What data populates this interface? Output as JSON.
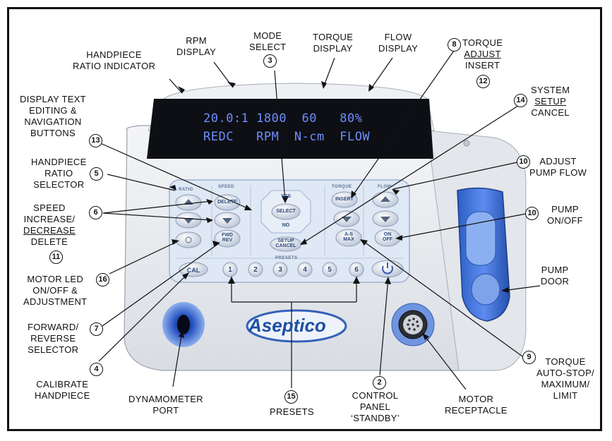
{
  "lcd": {
    "row1": "20.0:1 1800  60   80%",
    "row2": "REDC   RPM  N-cm  FLOW"
  },
  "panel": {
    "ratio_title": "RATIO",
    "speed_title": "SPEED",
    "torque_title": "TORQUE",
    "flow_title": "FLOW",
    "presets_title": "PRESETS",
    "delete_btn": "DELETE",
    "select_btn": "SELECT",
    "yes_btn": "YES",
    "no_btn": "NO",
    "insert_btn": "INSERT",
    "fwd_rev_btn": [
      "FWD",
      "REV"
    ],
    "setup_btn": [
      "SETUP",
      "CANCEL"
    ],
    "as_max_btn": [
      "A-S",
      "MAX"
    ],
    "on_off_btn": [
      "ON",
      "OFF"
    ],
    "cal_btn": "CAL",
    "presets": [
      "1",
      "2",
      "3",
      "4",
      "5",
      "6"
    ]
  },
  "logo": "Aseptico",
  "labels": {
    "handpiece_ratio_indicator": [
      "HANDPIECE",
      "RATIO INDICATOR"
    ],
    "rpm_display": [
      "RPM",
      "DISPLAY"
    ],
    "mode_select": [
      "MODE",
      "SELECT"
    ],
    "torque_display": [
      "TORQUE",
      "DISPLAY"
    ],
    "flow_display": [
      "FLOW",
      "DISPLAY"
    ],
    "torque_adjust": [
      "TORQUE",
      "ADJUST",
      "INSERT"
    ],
    "system_setup": [
      "SYSTEM",
      "SETUP",
      "CANCEL"
    ],
    "display_text_editing": [
      "DISPLAY TEXT",
      "EDITING &",
      "NAVIGATION",
      "BUTTONS"
    ],
    "handpiece_ratio_selector": [
      "HANDPIECE",
      "RATIO",
      "SELECTOR"
    ],
    "speed": [
      "SPEED",
      "INCREASE/",
      "DECREASE",
      "DELETE"
    ],
    "motor_led": [
      "MOTOR LED",
      "ON/OFF &",
      "ADJUSTMENT"
    ],
    "forward_reverse": [
      "FORWARD/",
      "REVERSE",
      "SELECTOR"
    ],
    "calibrate": [
      "CALIBRATE",
      "HANDPIECE"
    ],
    "dynamometer": [
      "DYNAMOMETER",
      "PORT"
    ],
    "presets": [
      "PRESETS"
    ],
    "control_panel": [
      "CONTROL",
      "PANEL",
      "‘STANDBY’"
    ],
    "motor_receptacle": [
      "MOTOR",
      "RECEPTACLE"
    ],
    "adjust_pump_flow": [
      "ADJUST",
      "PUMP FLOW"
    ],
    "pump_on_off": [
      "PUMP",
      "ON/OFF"
    ],
    "pump_door": [
      "PUMP",
      "DOOR"
    ],
    "torque_autostop": [
      "TORQUE",
      "AUTO-STOP/",
      "MAXIMUM/",
      "LIMIT"
    ]
  },
  "callouts": {
    "mode_select": "3",
    "torque_adjust": "8",
    "insert": "12",
    "system_setup": "14",
    "display_text": "13",
    "ratio_selector": "5",
    "speed": "6",
    "delete": "11",
    "motor_led": "16",
    "forward_reverse": "7",
    "calibrate": "4",
    "presets": "15",
    "control_panel": "2",
    "adjust_pump_flow": "10",
    "pump_on_off": "10",
    "torque_autostop": "9"
  }
}
